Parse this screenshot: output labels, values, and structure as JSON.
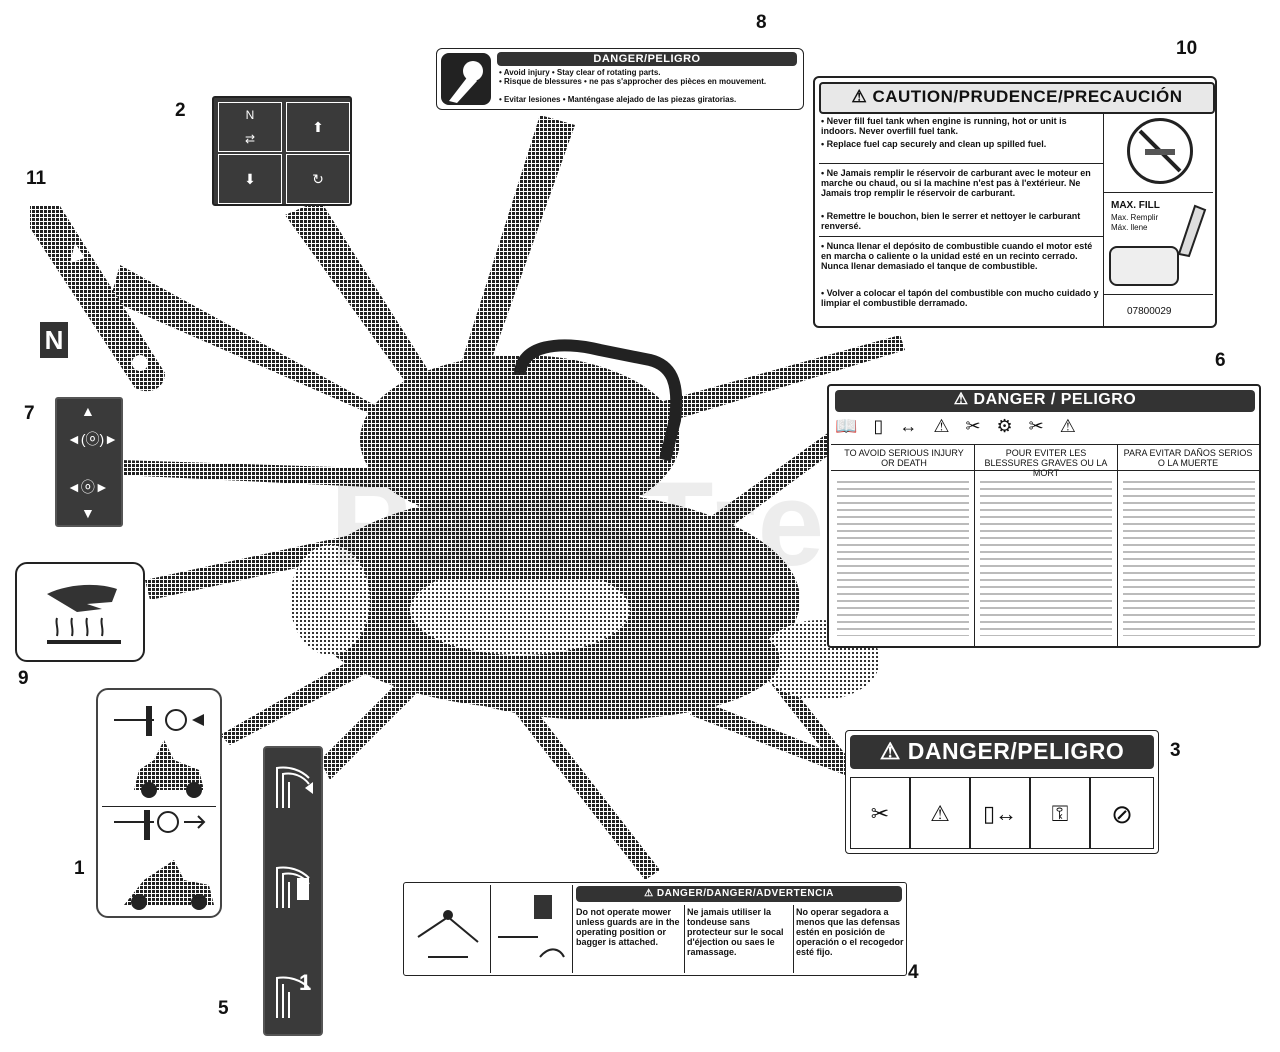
{
  "callouts": {
    "n1": "1",
    "n2": "2",
    "n3": "3",
    "n4": "4",
    "n5": "5",
    "n6": "6",
    "n7": "7",
    "n8": "8",
    "n9": "9",
    "n10": "10",
    "n11": "11"
  },
  "label8": {
    "header": "DANGER/PELIGRO",
    "line1": "• Avoid injury • Stay clear of rotating parts.",
    "line2": "• Risque de blessures • ne pas s'approcher des pièces en mouvement.",
    "line3": "• Evitar lesiones • Manténgase alejado de las piezas giratorias."
  },
  "label10": {
    "header": "CAUTION/PRUDENCE/PRECAUCIÓN",
    "en1": "• Never fill fuel tank when engine is running, hot or unit is indoors. Never overfill fuel tank.",
    "en2": "• Replace fuel cap securely and clean up spilled fuel.",
    "fr1": "• Ne Jamais remplir le réservoir de carburant avec le moteur en marche ou chaud, ou si la machine n'est pas à l'extérieur. Ne Jamais trop remplir le réservoir de carburant.",
    "fr2": "• Remettre le bouchon, bien le serrer et nettoyer le carburant renversé.",
    "es1": "• Nunca llenar el depósito de combustible cuando el motor esté en marcha o caliente o la unidad esté en un recinto cerrado. Nunca llenar demasiado el tanque de combustible.",
    "es2": "• Volver a colocar el tapón del combustible con mucho cuidado y limpiar el combustible derramado.",
    "maxfill": "MAX. FILL",
    "maxfill_fr": "Max. Remplir",
    "maxfill_es": "Máx. llene",
    "part": "07800029"
  },
  "label6": {
    "header": "DANGER / PELIGRO",
    "col1": "TO AVOID SERIOUS INJURY OR DEATH",
    "col2": "POUR EVITER LES BLESSURES GRAVES OU LA MORT",
    "col3": "PARA EVITAR DAÑOS SERIOS O LA MUERTE"
  },
  "label3": {
    "header": "DANGER/PELIGRO"
  },
  "label4": {
    "header": "DANGER/DANGER/ADVERTENCIA",
    "col1": "Do not operate mower unless guards are in the operating position or bagger is attached.",
    "col2": "Ne jamais utiliser la tondeuse sans protecteur sur le socal d'éjection ou saes le ramassage.",
    "col3": "No operar segadora a menos que las defensas estén en posición de operación o el recogedor esté fijo."
  },
  "label2": {
    "n": "N"
  },
  "label11": {
    "n": "N"
  },
  "label5": {
    "one": "1"
  },
  "watermark": "PartsTree"
}
